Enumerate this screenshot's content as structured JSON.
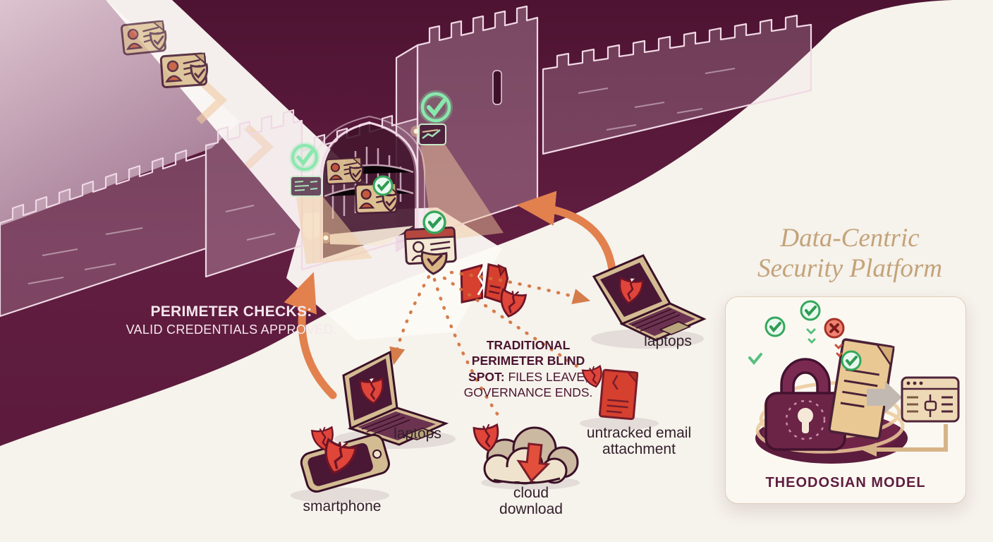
{
  "castle": {
    "perimeter_title": "PERIMETER CHECKS:",
    "perimeter_subtitle": "VALID CREDENTIALS APPROVED."
  },
  "blind_spot": {
    "title": "TRADITIONAL PERIMETER BLIND SPOT:",
    "body": "FILES LEAVE, GOVERNANCE ENDS."
  },
  "devices": {
    "laptop_right": "laptops",
    "laptop_left": "laptops",
    "smartphone": "smartphone",
    "cloud": "cloud download",
    "email": "untracked email attachment"
  },
  "platform": {
    "title_line1": "Data-Centric",
    "title_line2": "Security Platform",
    "model_caption": "THEODOSIAN MODEL"
  },
  "colors": {
    "land_maroon": "#5e1c3e",
    "cream": "#f6f2ec",
    "mauve_sky": "#c7a5b6",
    "arrow_orange": "#e2814e",
    "dash_orange": "#d2703a",
    "alert_red": "#d6402f",
    "tan": "#d9bb8f",
    "approve_green": "#3fae63",
    "title_gold": "#c3a379",
    "caption_maroon": "#5f1d3e"
  }
}
